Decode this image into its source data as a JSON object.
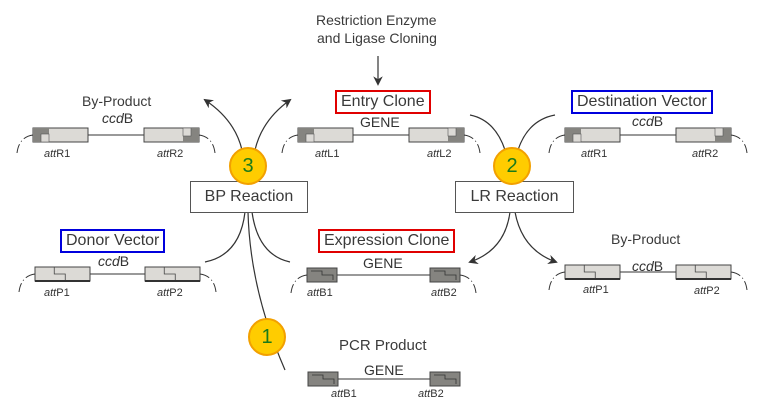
{
  "top_note": {
    "line1": "Restriction Enzyme",
    "line2": "and Ligase Cloning"
  },
  "reactions": {
    "bp": {
      "label": "BP Reaction",
      "step": "3"
    },
    "lr": {
      "label": "LR Reaction",
      "step": "2"
    },
    "pcr_step": "1"
  },
  "constructs": {
    "byproduct_left": {
      "title": "By-Product",
      "insert_italic": "ccd",
      "insert_rest": "B",
      "site1": "R1",
      "site2": "R2"
    },
    "entry_clone": {
      "title": "Entry Clone",
      "insert": "GENE",
      "site1": "L1",
      "site2": "L2"
    },
    "destination_vector": {
      "title": "Destination Vector",
      "insert_italic": "ccd",
      "insert_rest": "B",
      "site1": "R1",
      "site2": "R2"
    },
    "donor_vector": {
      "title": "Donor Vector",
      "insert_italic": "ccd",
      "insert_rest": "B",
      "site1": "P1",
      "site2": "P2"
    },
    "expression_clone": {
      "title": "Expression Clone",
      "insert": "GENE",
      "site1": "B1",
      "site2": "B2"
    },
    "byproduct_right": {
      "title": "By-Product",
      "insert_italic": "ccd",
      "insert_rest": "B",
      "site1": "P1",
      "site2": "P2"
    },
    "pcr_product": {
      "title": "PCR Product",
      "insert": "GENE",
      "site1": "B1",
      "site2": "B2"
    }
  },
  "att_prefix": "att",
  "colors": {
    "entry_border": "#e00000",
    "vector_border": "#0000dd",
    "badge_fill": "#ffcc00",
    "badge_text": "#1a7a1a",
    "site_light": "#dcdad6",
    "site_dark": "#858480"
  }
}
